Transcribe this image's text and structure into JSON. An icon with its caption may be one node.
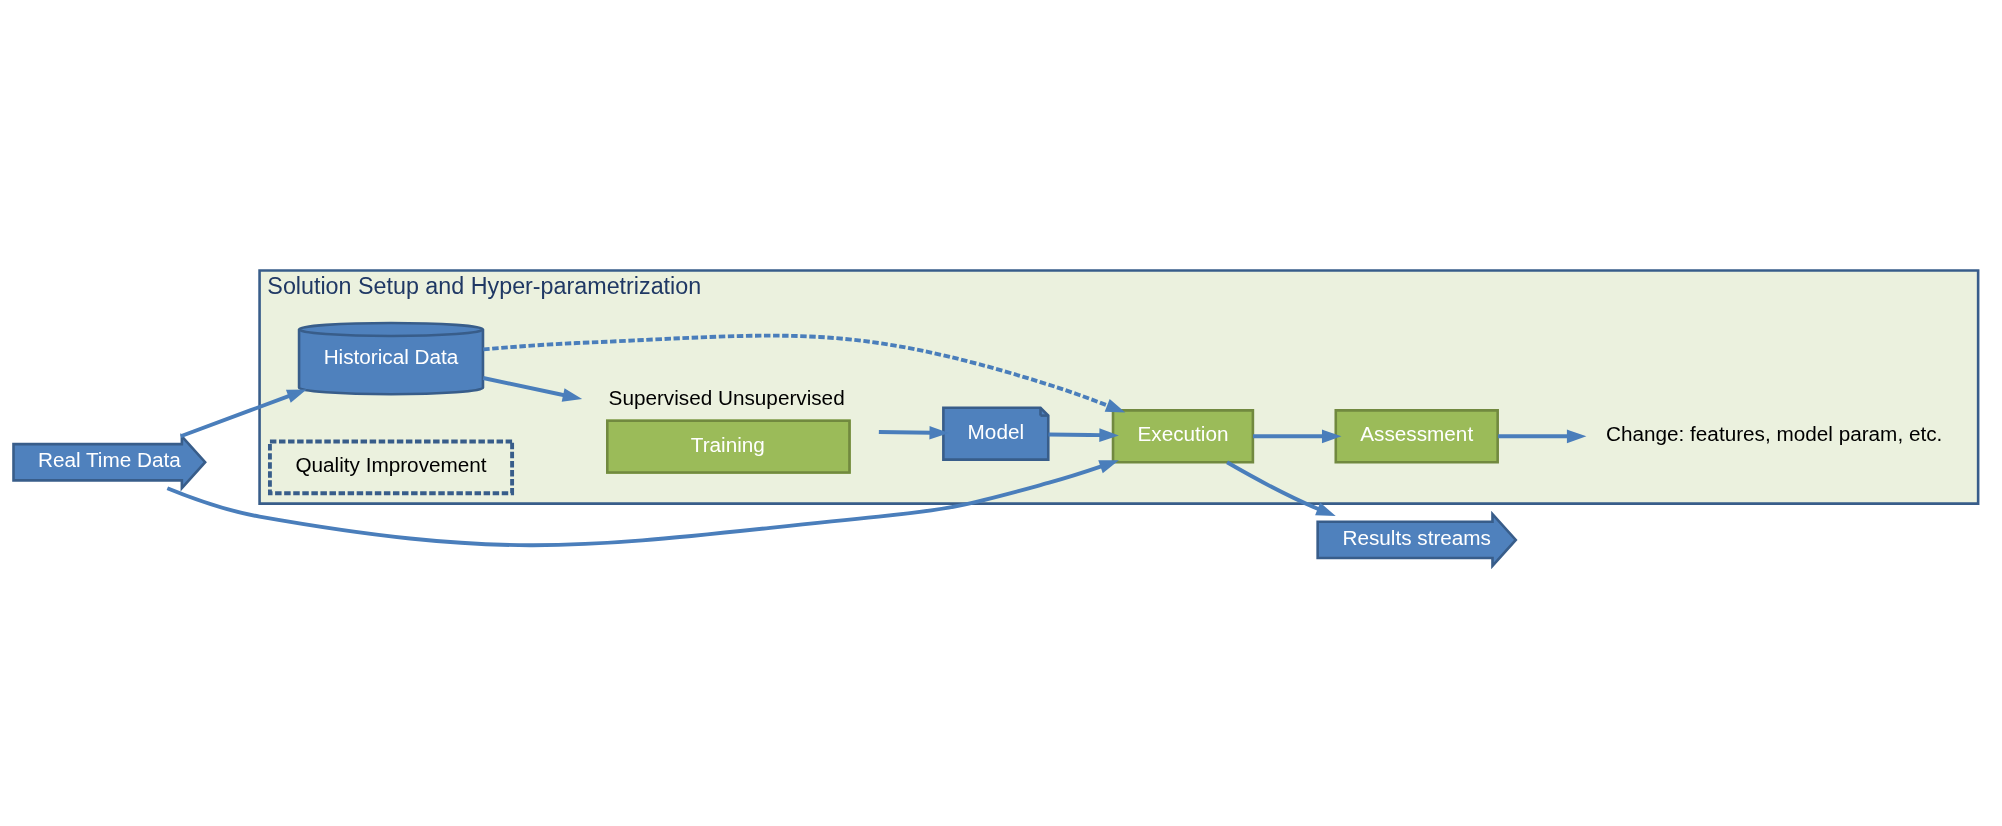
{
  "diagram": {
    "nodes": [
      {
        "text": [
          "Solution Setup and Hyper-parametrization"
        ]
      },
      {
        "text": [
          "Historical Data"
        ],
        "in": 0
      },
      {
        "text": [
          "Training"
        ],
        "in": 0,
        "beside": [
          "Supervised Unsupervised"
        ]
      },
      {
        "text": [
          "Model"
        ],
        "in": 0
      },
      {
        "text": [
          "Quality Improvement"
        ],
        "in": 0
      },
      {
        "text": [
          "Execution"
        ],
        "in": 0
      },
      {
        "text": [
          "Assessment"
        ],
        "in": 0
      },
      {
        "text": [
          "Change: features, model param, etc."
        ],
        "in": 0
      },
      {
        "text": [
          "Real Time Data"
        ]
      },
      {
        "text": [
          "Results streams"
        ]
      }
    ],
    "edges": [
      {
        "from": 8,
        "to": 1,
        "arrow": "to"
      },
      {
        "from": 8,
        "to": 5,
        "arrow": "to"
      },
      {
        "from": 1,
        "to": 2,
        "arrow": "to"
      },
      {
        "from": 2,
        "to": 3,
        "arrow": "to"
      },
      {
        "from": 1,
        "to": 5,
        "arrow": "to",
        "style": "dashed"
      },
      {
        "from": 3,
        "to": 5,
        "arrow": "to"
      },
      {
        "from": 5,
        "to": 9,
        "arrow": "to"
      },
      {
        "from": 5,
        "to": 6,
        "arrow": "to"
      },
      {
        "from": 6,
        "to": 7,
        "arrow": "to"
      }
    ]
  }
}
